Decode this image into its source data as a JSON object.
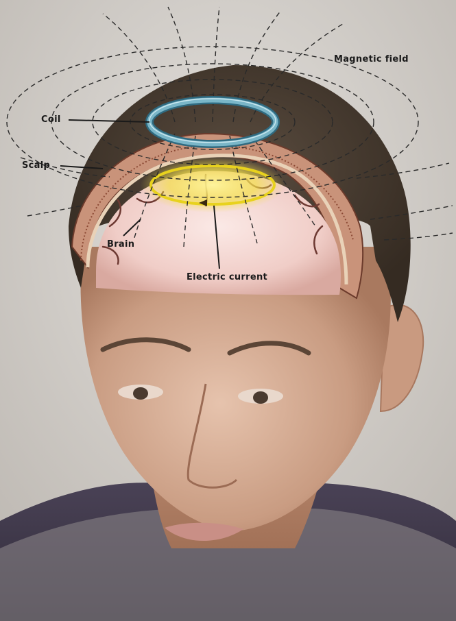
{
  "labels": {
    "magnetic_field": "Magnetic field",
    "coil": "Coil",
    "scalp": "Scalp",
    "brain": "Brain",
    "electric_current": "Electric current"
  },
  "colors": {
    "coil": "#5a9bb0",
    "current": "#e8d21e",
    "current_glow": "#fff36a",
    "field_lines": "#2a2a2a",
    "hair": "#4a3e33",
    "skin": "#d9b49e",
    "brain": "#f2d3cf",
    "shirt": "#3b3448",
    "background": "#cfcbc6"
  }
}
